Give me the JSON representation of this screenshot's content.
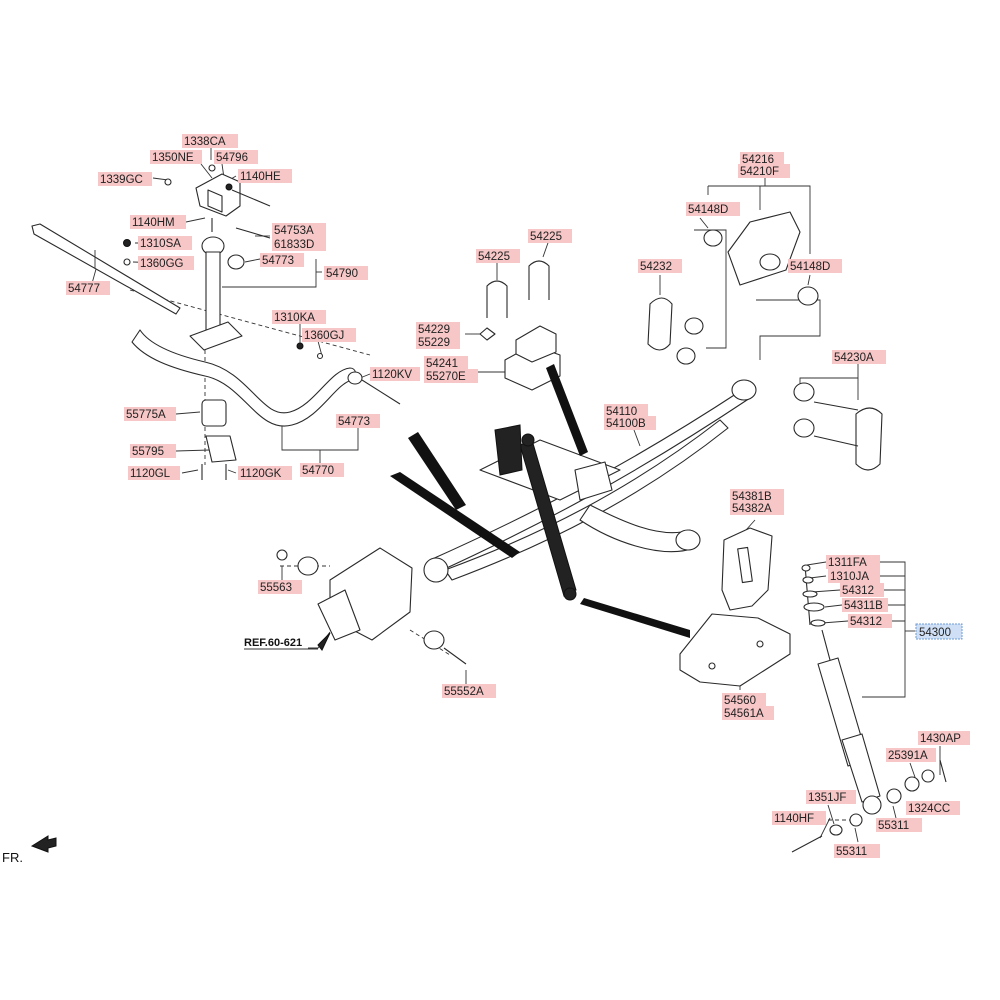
{
  "labels": [
    {
      "id": "p1338ca",
      "text": "1338CA"
    },
    {
      "id": "p1350ne",
      "text": "1350NE"
    },
    {
      "id": "p54796",
      "text": "54796"
    },
    {
      "id": "p1339gc",
      "text": "1339GC"
    },
    {
      "id": "p1140he",
      "text": "1140HE"
    },
    {
      "id": "p1140hm",
      "text": "1140HM"
    },
    {
      "id": "p54753a",
      "text": "54753A"
    },
    {
      "id": "p61833d",
      "text": "61833D"
    },
    {
      "id": "p1310sa",
      "text": "1310SA"
    },
    {
      "id": "p54773a",
      "text": "54773"
    },
    {
      "id": "p54790",
      "text": "54790"
    },
    {
      "id": "p1360gg",
      "text": "1360GG"
    },
    {
      "id": "p54777",
      "text": "54777"
    },
    {
      "id": "p1310ka",
      "text": "1310KA"
    },
    {
      "id": "p1360gj",
      "text": "1360GJ"
    },
    {
      "id": "p1120kv",
      "text": "1120KV"
    },
    {
      "id": "p55775a",
      "text": "55775A"
    },
    {
      "id": "p54773b",
      "text": "54773"
    },
    {
      "id": "p55795",
      "text": "55795"
    },
    {
      "id": "p1120gl",
      "text": "1120GL"
    },
    {
      "id": "p1120gk",
      "text": "1120GK"
    },
    {
      "id": "p54770",
      "text": "54770"
    },
    {
      "id": "p54225a",
      "text": "54225"
    },
    {
      "id": "p54225b",
      "text": "54225"
    },
    {
      "id": "p54229",
      "text": "54229"
    },
    {
      "id": "p55229",
      "text": "55229"
    },
    {
      "id": "p54241",
      "text": "54241"
    },
    {
      "id": "p55270e",
      "text": "55270E"
    },
    {
      "id": "p54216",
      "text": "54216"
    },
    {
      "id": "p54210f",
      "text": "54210F"
    },
    {
      "id": "p54148da",
      "text": "54148D"
    },
    {
      "id": "p54232",
      "text": "54232"
    },
    {
      "id": "p54148db",
      "text": "54148D"
    },
    {
      "id": "p54230a",
      "text": "54230A"
    },
    {
      "id": "p54110",
      "text": "54110"
    },
    {
      "id": "p54100b",
      "text": "54100B"
    },
    {
      "id": "p55563",
      "text": "55563"
    },
    {
      "id": "p54381b",
      "text": "54381B"
    },
    {
      "id": "p54382a",
      "text": "54382A"
    },
    {
      "id": "p1311fa",
      "text": "1311FA"
    },
    {
      "id": "p1310ja",
      "text": "1310JA"
    },
    {
      "id": "p54312a",
      "text": "54312"
    },
    {
      "id": "p54311b",
      "text": "54311B"
    },
    {
      "id": "p54312b",
      "text": "54312"
    },
    {
      "id": "p54300",
      "text": "54300"
    },
    {
      "id": "p55552a",
      "text": "55552A"
    },
    {
      "id": "p54560",
      "text": "54560"
    },
    {
      "id": "p54561a",
      "text": "54561A"
    },
    {
      "id": "p1430ap",
      "text": "1430AP"
    },
    {
      "id": "p25391a",
      "text": "25391A"
    },
    {
      "id": "p1351jf",
      "text": "1351JF"
    },
    {
      "id": "p1324cc",
      "text": "1324CC"
    },
    {
      "id": "p1140hf",
      "text": "1140HF"
    },
    {
      "id": "p55311a",
      "text": "55311"
    },
    {
      "id": "p55311b",
      "text": "55311"
    }
  ],
  "ref_label": "REF.60-621",
  "fr_label": "FR.",
  "colors": {
    "label_fill": "#f7c6c6",
    "selected_fill": "#cfe0f6"
  }
}
